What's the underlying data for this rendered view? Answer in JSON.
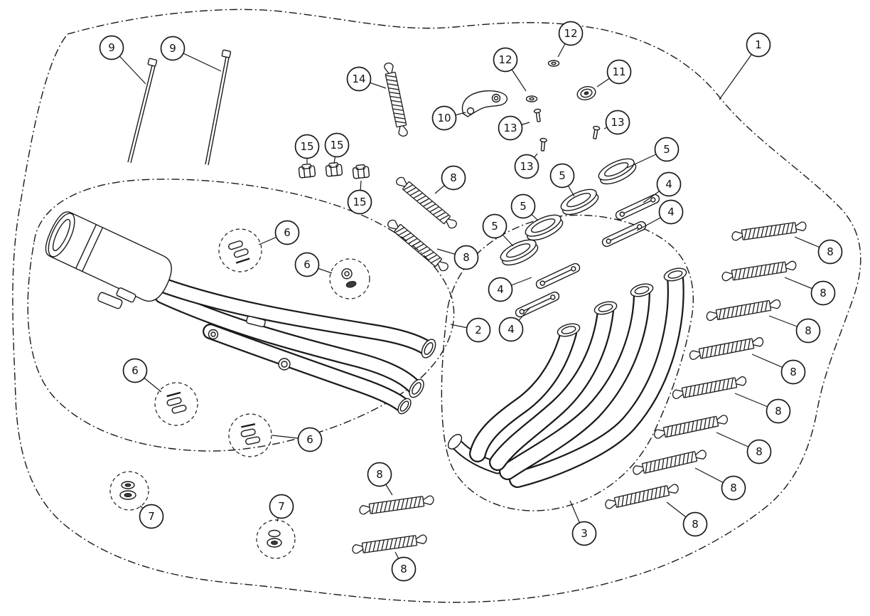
{
  "diagram": {
    "kind": "exploded-parts-diagram",
    "subject": "exhaust-system",
    "background_color": "#ffffff",
    "line_color": "#1a1a1a",
    "part_numbers": [
      "1",
      "2",
      "3",
      "4",
      "5",
      "6",
      "7",
      "8",
      "9",
      "10",
      "11",
      "12",
      "13",
      "14",
      "15"
    ],
    "callouts": [
      {
        "label": "1"
      },
      {
        "label": "9"
      },
      {
        "label": "9"
      },
      {
        "label": "14"
      },
      {
        "label": "10"
      },
      {
        "label": "12"
      },
      {
        "label": "12"
      },
      {
        "label": "11"
      },
      {
        "label": "13"
      },
      {
        "label": "13"
      },
      {
        "label": "13"
      },
      {
        "label": "15"
      },
      {
        "label": "15"
      },
      {
        "label": "15"
      },
      {
        "label": "8"
      },
      {
        "label": "8"
      },
      {
        "label": "5"
      },
      {
        "label": "5"
      },
      {
        "label": "5"
      },
      {
        "label": "5"
      },
      {
        "label": "4"
      },
      {
        "label": "4"
      },
      {
        "label": "4"
      },
      {
        "label": "4"
      },
      {
        "label": "6"
      },
      {
        "label": "6"
      },
      {
        "label": "6"
      },
      {
        "label": "6"
      },
      {
        "label": "2"
      },
      {
        "label": "3"
      },
      {
        "label": "7"
      },
      {
        "label": "7"
      },
      {
        "label": "8"
      },
      {
        "label": "8"
      },
      {
        "label": "8"
      },
      {
        "label": "8"
      },
      {
        "label": "8"
      },
      {
        "label": "8"
      },
      {
        "label": "8"
      },
      {
        "label": "8"
      },
      {
        "label": "8"
      },
      {
        "label": "8"
      }
    ]
  }
}
